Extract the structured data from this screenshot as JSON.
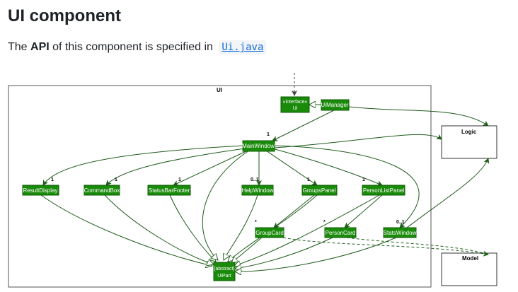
{
  "heading": "UI component",
  "intro": {
    "text_before": "The ",
    "api_word": "API",
    "text_middle": " of this component is specified in ",
    "link_text": "Ui.java"
  },
  "colors": {
    "node_fill": "#1a8a0a",
    "node_border": "#0d5c04",
    "edge": "#1f5c1a",
    "link": "#0969da"
  },
  "diagram": {
    "package_ui": "UI",
    "logic": "Logic",
    "model": "Model",
    "nodes": {
      "interface_line1": "«interface»",
      "interface_line2": "Ui",
      "ui_manager": "UiManager",
      "main_window": "MainWindow",
      "result_display": "ResultDisplay",
      "command_box": "CommandBox",
      "status_bar_footer": "StatusBarFooter",
      "help_window": "HelpWindow",
      "groups_panel": "GroupsPanel",
      "person_list_panel": "PersonListPanel",
      "group_card": "GroupCard",
      "person_card": "PersonCard",
      "stats_window": "StatsWindow",
      "uipart_line1": "{abstract}",
      "uipart_line2": "UiPart"
    },
    "multiplicities": {
      "main_window": "1",
      "result_display": "1",
      "command_box": "1",
      "status_bar_footer": "1",
      "help_window": "0..1",
      "groups_panel": "1",
      "person_list_panel": "1",
      "group_card": "*",
      "person_card": "*",
      "stats_window": "0..1"
    }
  }
}
